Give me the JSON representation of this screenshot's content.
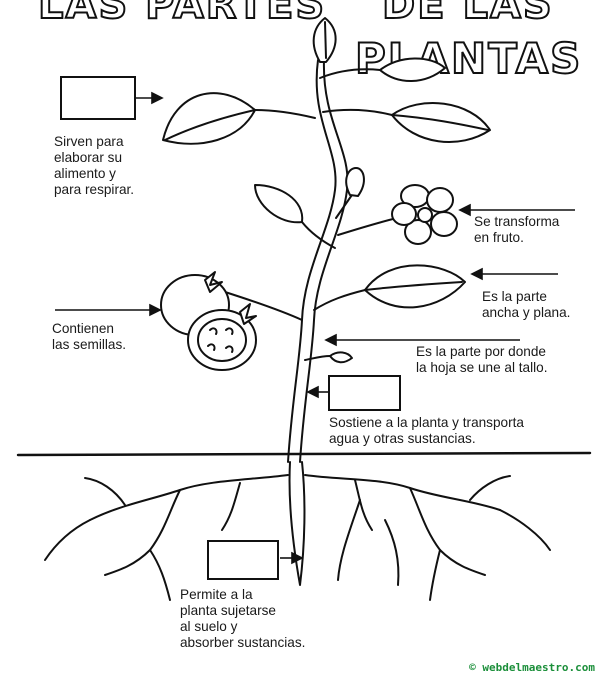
{
  "title": {
    "part1": "LAS PARTES",
    "part2": "DE LAS",
    "part3": "PLANTAS"
  },
  "labels": {
    "leaves": "Sirven para\nelaborar su\nalimento y\npara respirar.",
    "flower": "Se transforma\nen fruto.",
    "blade": "Es la parte\nancha y plana.",
    "fruit": "Contienen\nlas semillas.",
    "petiole": "Es la parte por donde\nla hoja se une al tallo.",
    "stem": "Sostiene a la planta y transporta\nagua y otras sustancias.",
    "root": "Permite a la\nplanta sujetarse\nal suelo y\nabsorber sustancias."
  },
  "footer": "© webdelmaestro.com",
  "colors": {
    "ink": "#111111",
    "footer": "#1b8f3a"
  }
}
